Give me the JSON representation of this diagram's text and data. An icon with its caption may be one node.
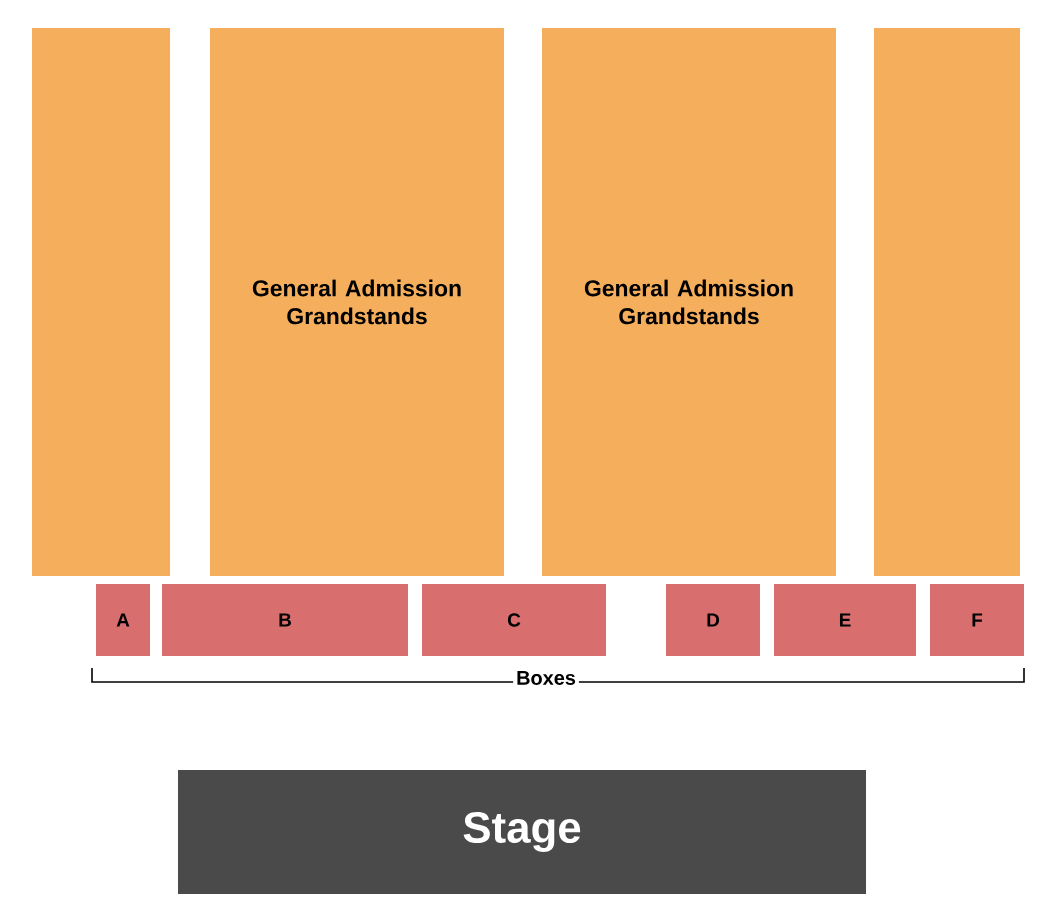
{
  "diagram": {
    "nodes": [
      {
        "text": [],
        "shape": "box"
      },
      {
        "text": [
          "General Admission Grandstands"
        ]
      },
      {
        "text": [
          "General Admission Grandstands"
        ]
      },
      {
        "text": [],
        "shape": "box"
      },
      {
        "text": [
          "A"
        ]
      },
      {
        "text": [
          "B"
        ]
      },
      {
        "text": [
          "C"
        ]
      },
      {
        "text": [
          "D"
        ]
      },
      {
        "text": [
          "E"
        ]
      },
      {
        "text": [
          "F"
        ]
      },
      {
        "text": [
          "Stage"
        ]
      }
    ],
    "labels": [
      "Boxes"
    ]
  }
}
